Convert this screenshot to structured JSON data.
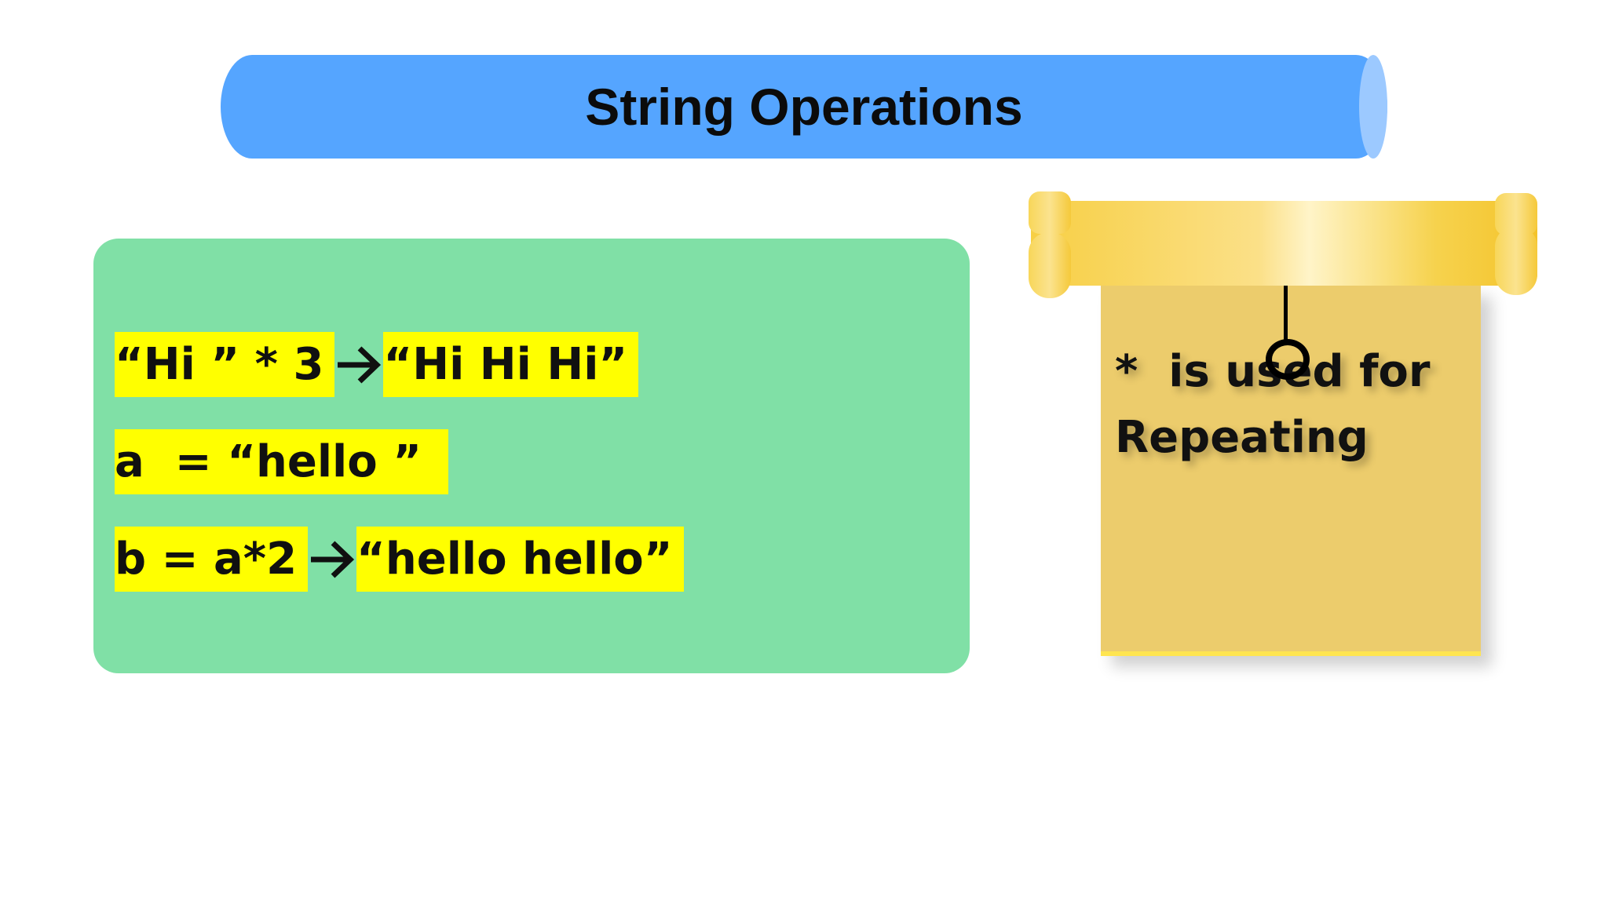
{
  "slide": {
    "title": "String Operations",
    "code_lines": [
      {
        "left": "“Hi ” * 3",
        "arrow": true,
        "right": "“Hi Hi Hi”"
      },
      {
        "left": "a  = “hello ”",
        "arrow": false,
        "right": ""
      },
      {
        "left": "b = a*2",
        "arrow": true,
        "right": "“hello hello”"
      }
    ],
    "note": {
      "line1": "*  is used for",
      "line2": "Repeating"
    }
  },
  "colors": {
    "title_banner": "#55a5ff",
    "panel": "#80e0a6",
    "highlight": "#ffff00",
    "scroll": "#eccc6c"
  },
  "icons": {
    "arrow": "right-arrow-icon",
    "ring": "hanger-ring-icon"
  }
}
